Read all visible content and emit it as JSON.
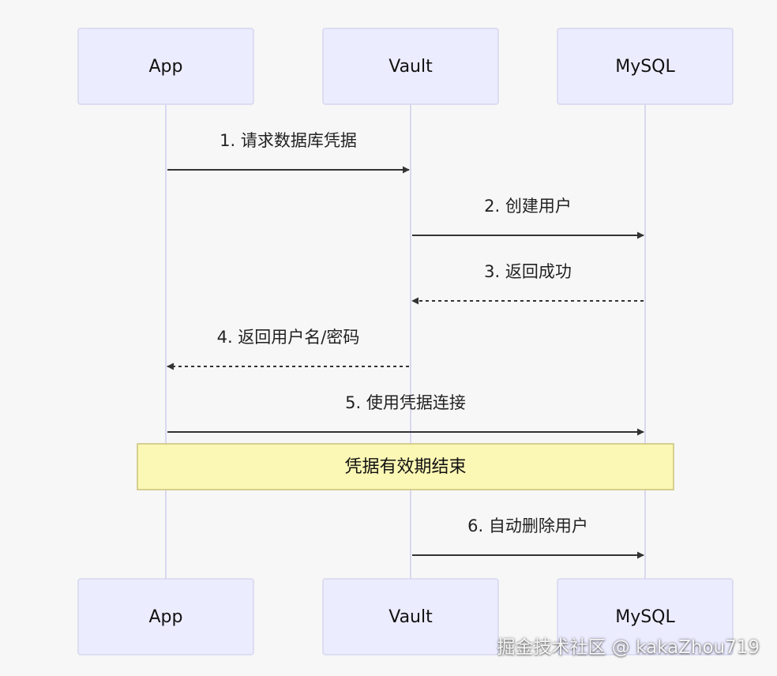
{
  "participants": [
    {
      "id": "app",
      "label": "App"
    },
    {
      "id": "vault",
      "label": "Vault"
    },
    {
      "id": "mysql",
      "label": "MySQL"
    }
  ],
  "messages": [
    {
      "label": "1. 请求数据库凭据",
      "from": "app",
      "to": "vault",
      "style": "solid"
    },
    {
      "label": "2. 创建用户",
      "from": "vault",
      "to": "mysql",
      "style": "solid"
    },
    {
      "label": "3. 返回成功",
      "from": "mysql",
      "to": "vault",
      "style": "dashed"
    },
    {
      "label": "4. 返回用户名/密码",
      "from": "vault",
      "to": "app",
      "style": "dashed"
    },
    {
      "label": "5. 使用凭据连接",
      "from": "app",
      "to": "mysql",
      "style": "solid"
    },
    {
      "label": "6. 自动删除用户",
      "from": "vault",
      "to": "mysql",
      "style": "solid"
    }
  ],
  "note": {
    "text": "凭据有效期结束",
    "over": [
      "app",
      "mysql"
    ],
    "after_message": 5
  },
  "watermark": "掘金技术社区 @ kakaZhou719",
  "colors": {
    "background": "#f7f7f7",
    "actor_fill": "#ececff",
    "lifeline": "#d8d8f0",
    "arrow": "#333333",
    "note_fill": "#fbf7b4"
  }
}
